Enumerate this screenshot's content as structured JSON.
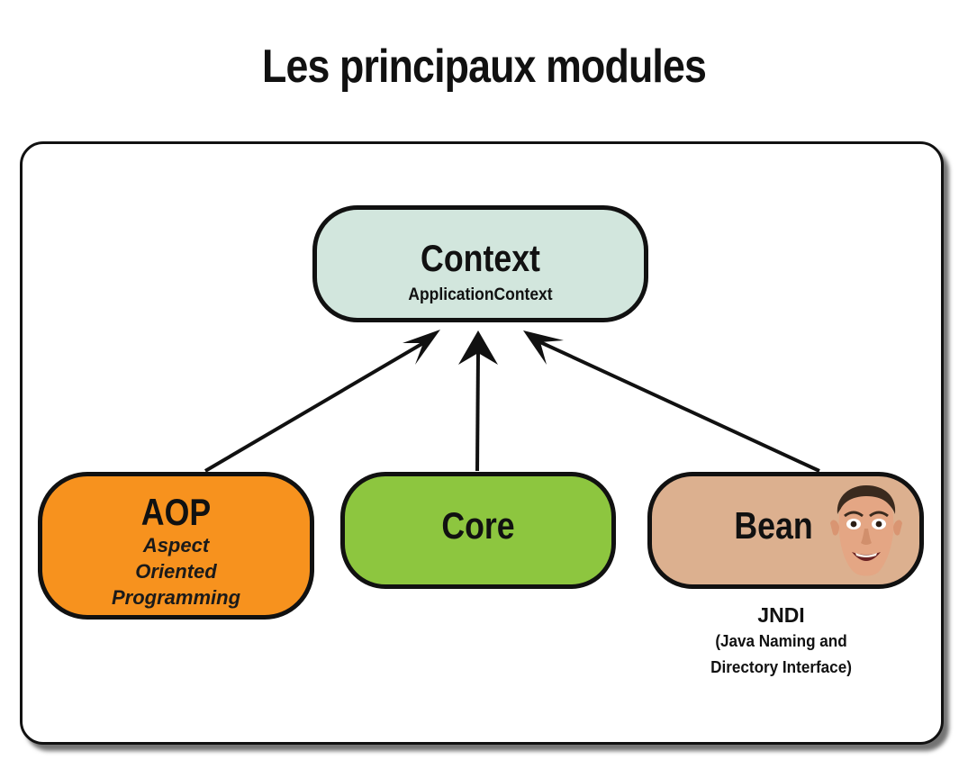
{
  "title": "Les principaux modules",
  "nodes": {
    "context": {
      "title": "Context",
      "subtitle": "ApplicationContext",
      "color": "#d2e6dd"
    },
    "aop": {
      "title": "AOP",
      "subtitle_lines": [
        "Aspect",
        "Oriented",
        "Programming"
      ],
      "color": "#f7921e"
    },
    "core": {
      "title": "Core",
      "color": "#8dc63f"
    },
    "bean": {
      "title": "Bean",
      "color": "#dcb08f",
      "icon": "face-photo-icon"
    }
  },
  "bean_note": {
    "title": "JNDI",
    "description_lines": [
      "(Java Naming and",
      "Directory Interface)"
    ]
  },
  "edges": [
    {
      "from": "aop",
      "to": "context"
    },
    {
      "from": "core",
      "to": "context"
    },
    {
      "from": "bean",
      "to": "context"
    }
  ]
}
